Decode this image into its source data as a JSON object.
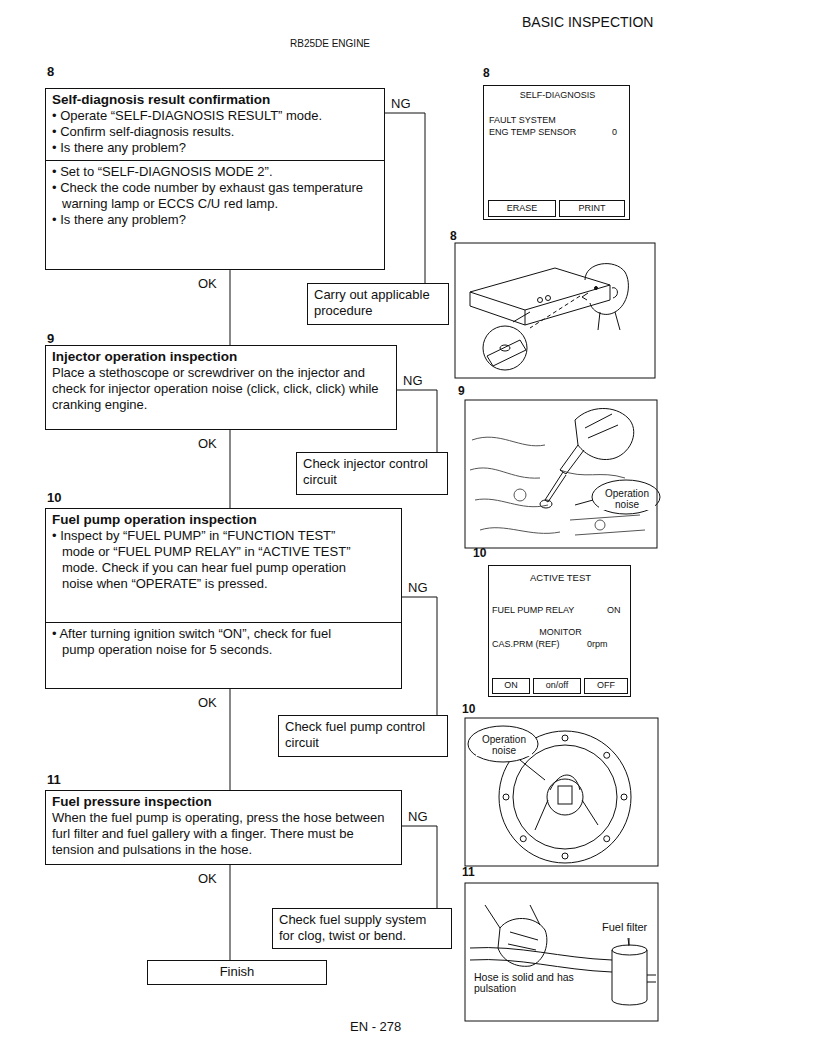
{
  "diagram": {
    "nodes": [
      {
        "text": [
          "Self-diagnosis result confirmation",
          "• Operate “SELF-DIAGNOSIS RESULT” mode.",
          "• Confirm self-diagnosis results.",
          "• Is there any problem?"
        ]
      },
      {
        "text": [
          "• Set to “SELF-DIAGNOSIS MODE 2”.",
          "• Check the code number by exhaust gas temperature warning lamp or ECCS C/U red lamp.",
          "• Is there any problem?"
        ]
      },
      {
        "text": [
          "Carry out applicable procedure"
        ]
      },
      {
        "text": [
          "Injector operation inspection",
          "Place a stethoscope or screwdriver on the injector and check for injector operation noise (click, click, click) while cranking engine."
        ]
      },
      {
        "text": [
          "Check injector control circuit"
        ]
      },
      {
        "text": [
          "Fuel pump operation inspection",
          "• Inspect by “FUEL PUMP” in “FUNCTION TEST” mode or “FUEL PUMP RELAY” in “ACTIVE TEST” mode. Check if you can hear fuel pump operation noise when “OPERATE” is pressed."
        ]
      },
      {
        "text": [
          "• After turning ignition switch “ON”, check for fuel pump operation noise for 5 seconds."
        ]
      },
      {
        "text": [
          "Check fuel pump control circuit"
        ]
      },
      {
        "text": [
          "Fuel pressure inspection",
          "When the fuel pump is operating, press the hose between furl filter and fuel gallery with a finger. There must be tension and pulsations in the hose."
        ]
      },
      {
        "text": [
          "Check fuel supply system for clog, twist or bend."
        ]
      },
      {
        "text": [
          "Finish"
        ]
      },
      {
        "text": [
          "SELF-DIAGNOSIS",
          "FAULT SYSTEM",
          "ENG TEMP SENSOR",
          "0"
        ]
      },
      {
        "text": [
          "ERASE"
        ],
        "in": 11
      },
      {
        "text": [
          "PRINT"
        ],
        "in": 11
      },
      {
        "text": [
          "ACTIVE TEST",
          "FUEL PUMP RELAY",
          "ON",
          "MONITOR",
          "CAS.PRM (REF)",
          "0rpm"
        ]
      },
      {
        "text": [
          "ON"
        ],
        "in": 14
      },
      {
        "text": [
          "on/off"
        ],
        "in": 14
      },
      {
        "text": [
          "OFF"
        ],
        "in": 14
      },
      {
        "text": [
          "Operation noise"
        ]
      },
      {
        "text": [
          "Operation noise"
        ]
      },
      {
        "text": [
          "Fuel filter",
          "Hose is solid and has pulsation"
        ]
      }
    ],
    "edges": [
      {
        "from": 0,
        "to": 2,
        "label": "NG",
        "arrow": "none"
      },
      {
        "from": 1,
        "to": 3,
        "label": "OK",
        "arrow": "none"
      },
      {
        "from": 3,
        "to": 4,
        "label": "NG",
        "arrow": "none"
      },
      {
        "from": 3,
        "to": 5,
        "label": "OK",
        "arrow": "none"
      },
      {
        "from": 5,
        "to": 7,
        "label": "NG",
        "arrow": "none"
      },
      {
        "from": 6,
        "to": 8,
        "label": "OK",
        "arrow": "none"
      },
      {
        "from": 8,
        "to": 9,
        "label": "NG",
        "arrow": "none"
      },
      {
        "from": 8,
        "to": 10,
        "label": "OK",
        "arrow": "none"
      }
    ],
    "labels": [
      "BASIC INSPECTION",
      "RB25DE ENGINE",
      "8",
      "8",
      "8",
      "9",
      "9",
      "10",
      "10",
      "10",
      "11",
      "11",
      "EN - 278"
    ]
  }
}
